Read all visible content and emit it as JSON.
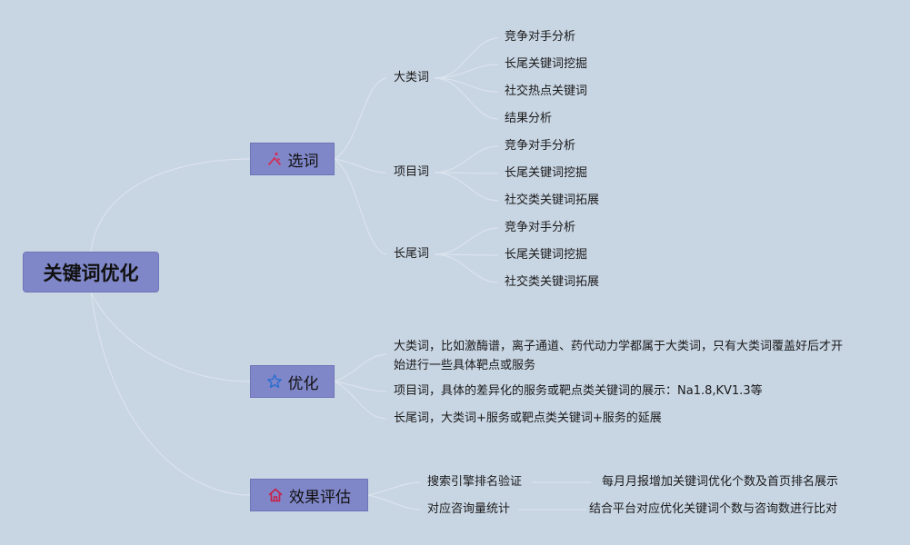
{
  "root": {
    "label": "关键词优化"
  },
  "branches": {
    "select": {
      "label": "选词",
      "icon": "sparkle-icon",
      "groups": [
        {
          "label": "大类词",
          "items": [
            "竞争对手分析",
            "长尾关键词挖掘",
            "社交热点关键词",
            "结果分析"
          ]
        },
        {
          "label": "项目词",
          "items": [
            "竞争对手分析",
            "长尾关键词挖掘",
            "社交类关键词拓展"
          ]
        },
        {
          "label": "长尾词",
          "items": [
            "竞争对手分析",
            "长尾关键词挖掘",
            "社交类关键词拓展"
          ]
        }
      ]
    },
    "optimize": {
      "label": "优化",
      "icon": "star-icon",
      "items": [
        "大类词，比如激酶谱，离子通道、药代动力学都属于大类词，只有大类词覆盖好后才开始进行一些具体靶点或服务",
        "项目词，具体的差异化的服务或靶点类关键词的展示：Na1.8,KV1.3等",
        "长尾词，大类词+服务或靶点类关键词+服务的延展"
      ]
    },
    "evaluate": {
      "label": "效果评估",
      "icon": "home-icon",
      "items": [
        {
          "label": "搜索引擎排名验证",
          "detail": "每月月报增加关键词优化个数及首页排名展示"
        },
        {
          "label": "对应咨询量统计",
          "detail": "结合平台对应优化关键词个数与咨询数进行比对"
        }
      ]
    }
  },
  "colors": {
    "background": "#c8d5e3",
    "node_fill": "#8087c8",
    "line": "#dbe3ee",
    "icon_select": "#d0305a",
    "icon_optimize": "#2f6fd0",
    "icon_evaluate": "#c8204a"
  }
}
